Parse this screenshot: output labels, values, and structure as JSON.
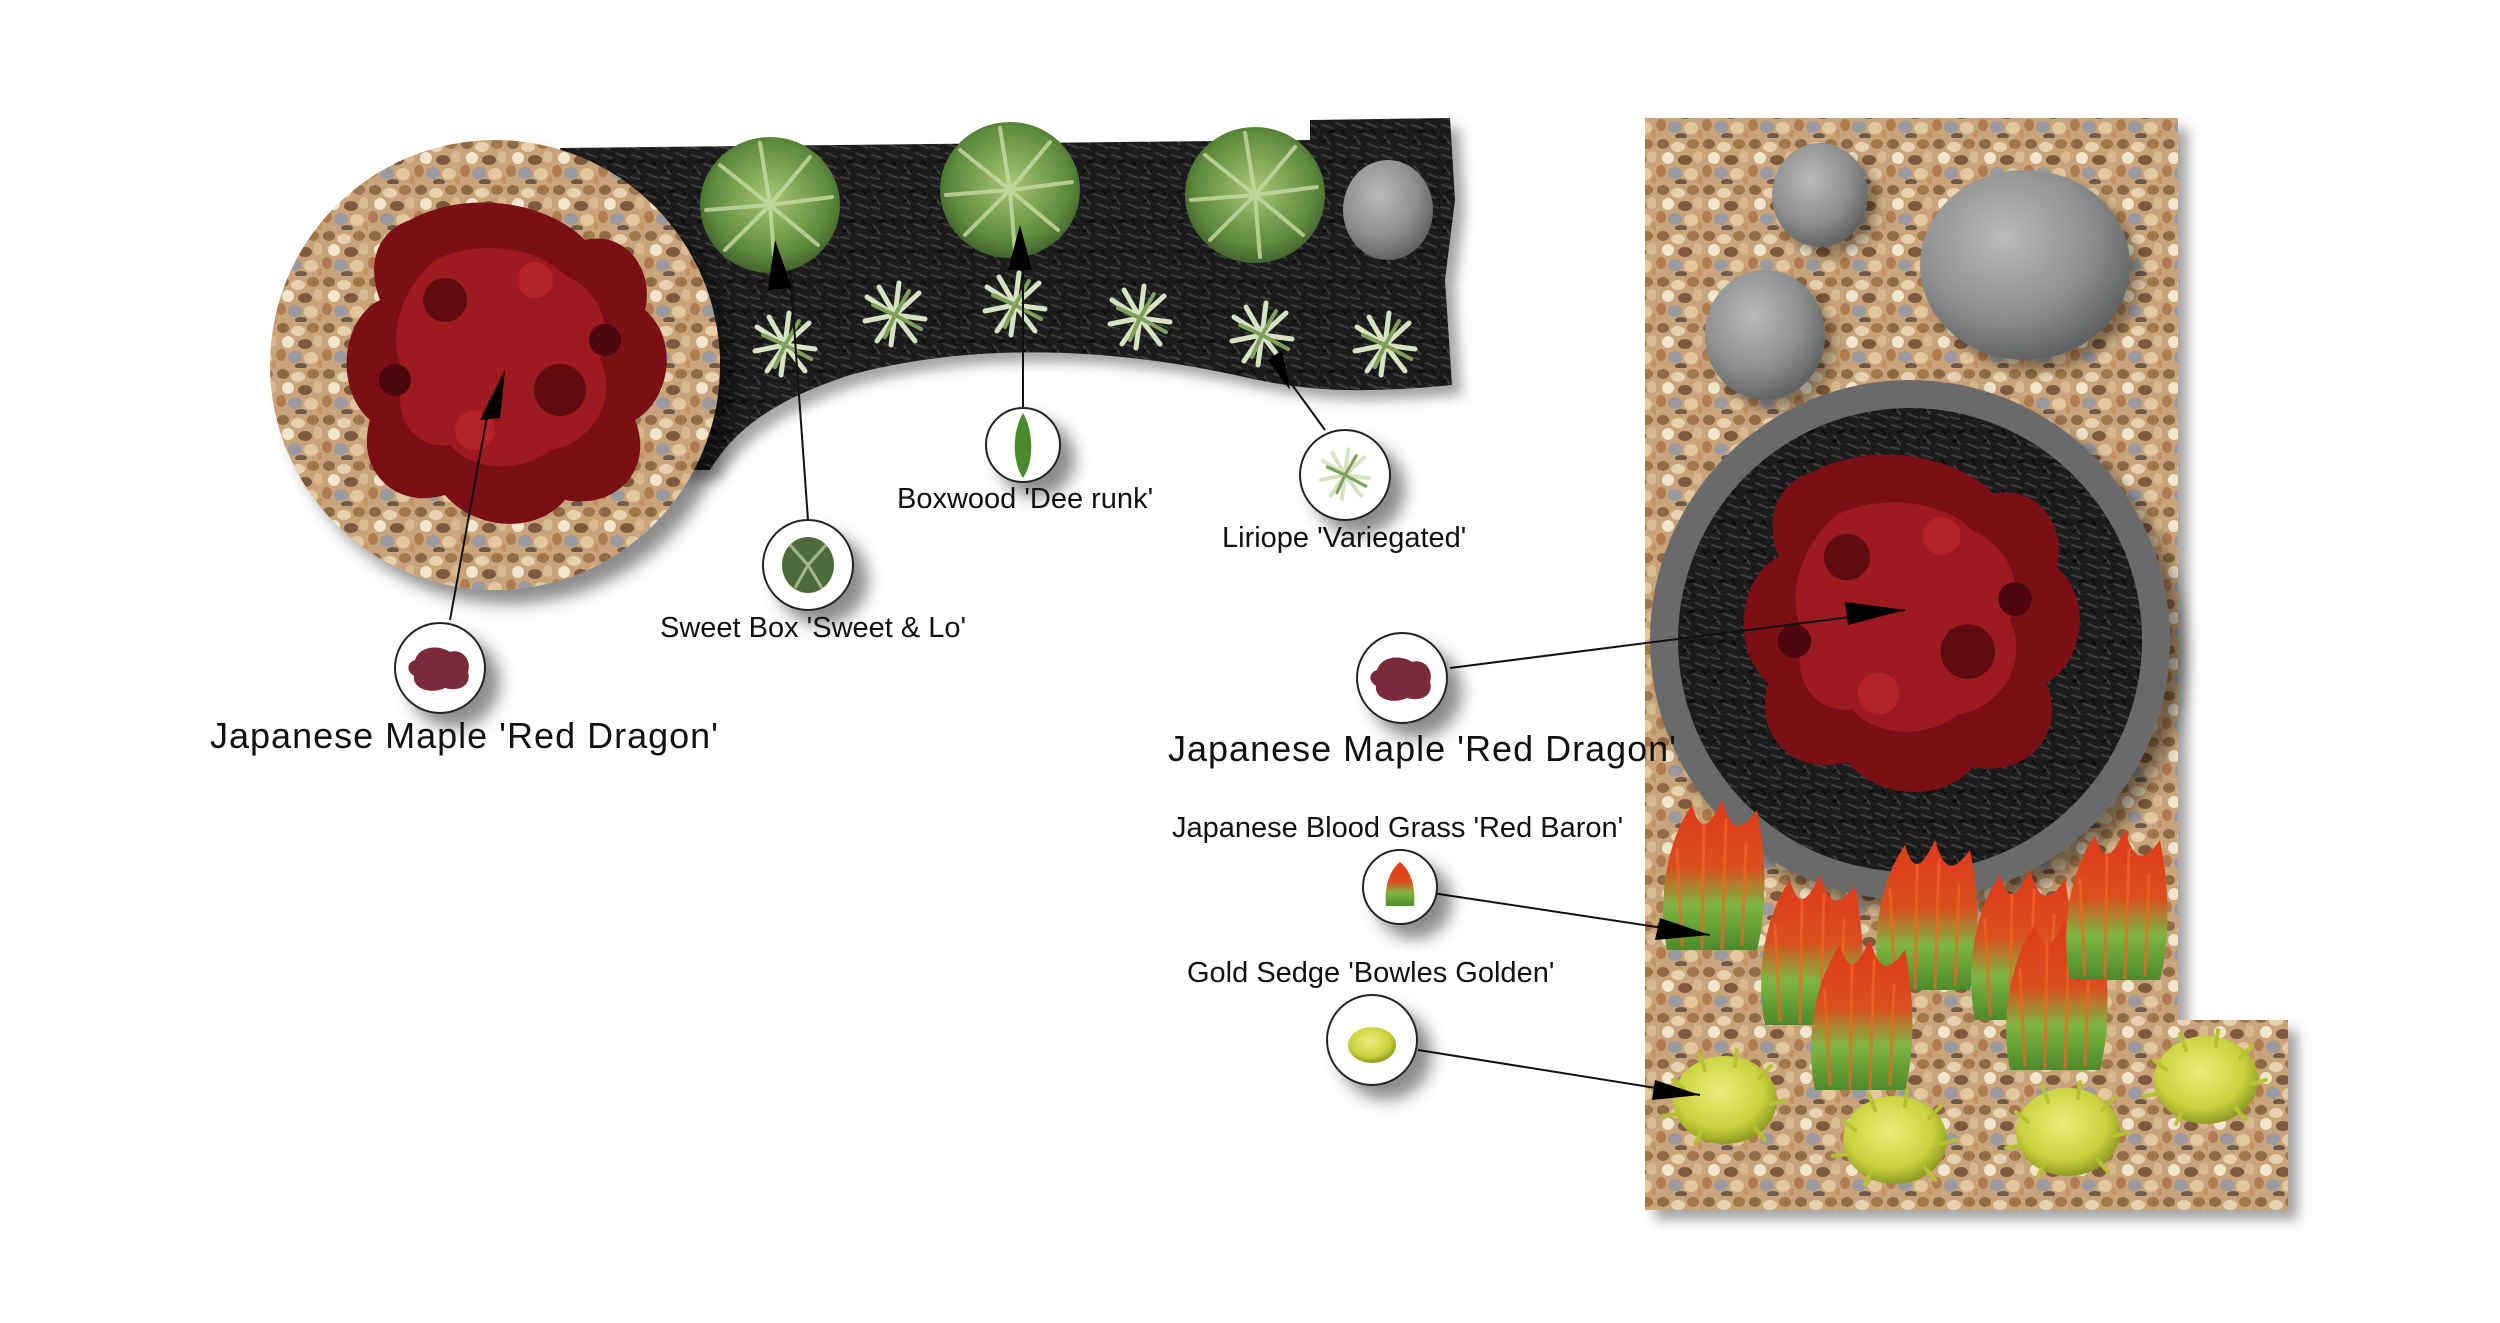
{
  "labels": {
    "maple_left": "Japanese Maple 'Red Dragon'",
    "sweet_box": "Sweet Box 'Sweet & Lo'",
    "boxwood": "Boxwood 'Dee runk'",
    "liriope": "Liriope 'Variegated'",
    "maple_right": "Japanese Maple 'Red Dragon'",
    "blood_grass": "Japanese Blood Grass 'Red Baron'",
    "gold_sedge": "Gold Sedge 'Bowles Golden'"
  },
  "colors": {
    "mulch": "#1c1c1c",
    "gravel": "#c9a47a",
    "maple_red": "#7a1016",
    "boxwood_green": "#5f8a3c",
    "blood_grass_red": "#e0381c",
    "blood_grass_green": "#6fa83a",
    "sedge_yellow": "#c9d23c",
    "boulder_grey": "#8d8f8f",
    "planter_ring": "#6a6a6a"
  }
}
